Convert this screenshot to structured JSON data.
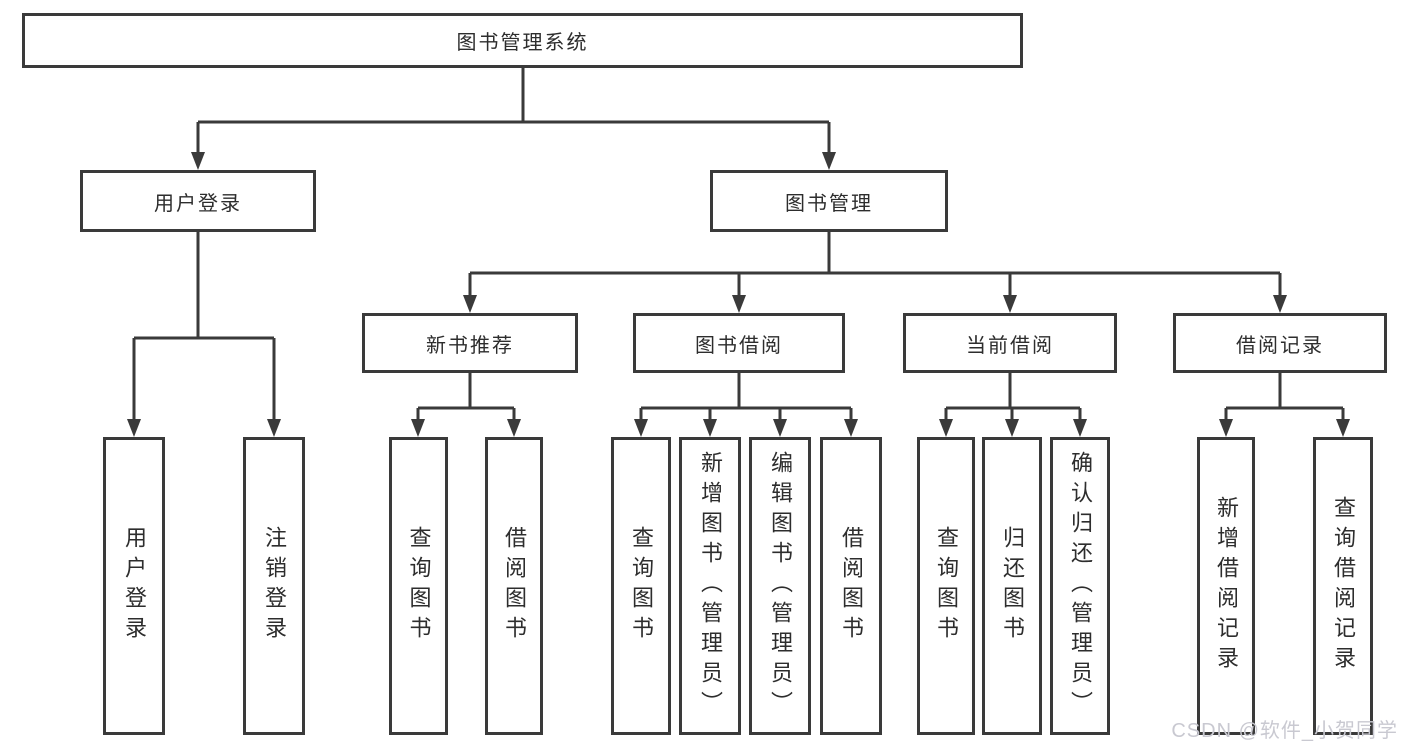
{
  "tree": {
    "root": {
      "label": "图书管理系统"
    },
    "branches": [
      {
        "label": "用户登录",
        "children": [
          {
            "label": "用户登录"
          },
          {
            "label": "注销登录"
          }
        ]
      },
      {
        "label": "图书管理",
        "children": [
          {
            "label": "新书推荐",
            "children": [
              {
                "label": "查询图书"
              },
              {
                "label": "借阅图书"
              }
            ]
          },
          {
            "label": "图书借阅",
            "children": [
              {
                "label": "查询图书"
              },
              {
                "label": "新增图书（管理员）"
              },
              {
                "label": "编辑图书（管理员）"
              },
              {
                "label": "借阅图书"
              }
            ]
          },
          {
            "label": "当前借阅",
            "children": [
              {
                "label": "查询图书"
              },
              {
                "label": "归还图书"
              },
              {
                "label": "确认归还（管理员）"
              }
            ]
          },
          {
            "label": "借阅记录",
            "children": [
              {
                "label": "新增借阅记录"
              },
              {
                "label": "查询借阅记录"
              }
            ]
          }
        ]
      }
    ]
  },
  "watermark": {
    "text": "CSDN @软件_小贺同学"
  },
  "colors": {
    "line": "#3a3a3a",
    "border": "#3a3a3a",
    "text": "#2d2d2d",
    "watermark": "#c9c9d1",
    "background": "#ffffff"
  }
}
